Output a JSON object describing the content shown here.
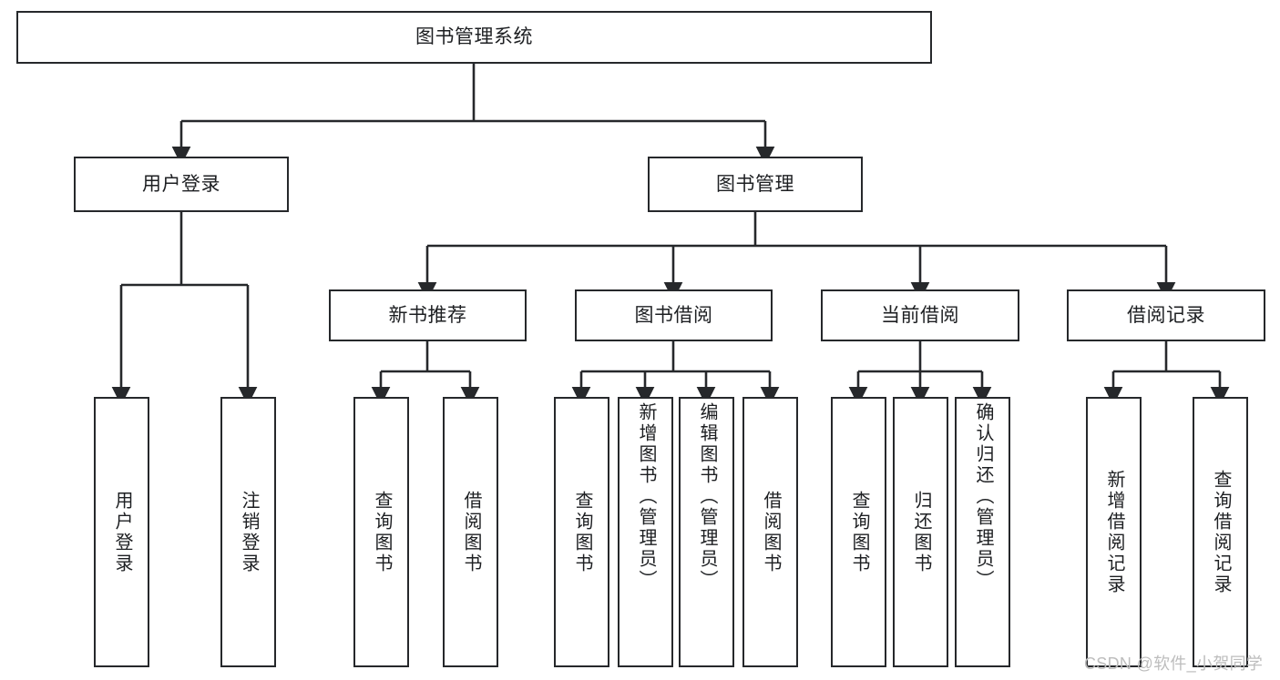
{
  "diagram": {
    "title": "图书管理系统",
    "type": "tree-hierarchy",
    "orientation": "top-down",
    "colors": {
      "stroke": "#26282b",
      "fill": "#ffffff",
      "text": "#1d1f22",
      "watermark": "#bdbdbd",
      "background": "#ffffff"
    },
    "nodes": {
      "root": {
        "label": "图书管理系统"
      },
      "level2": [
        {
          "label": "用户登录"
        },
        {
          "label": "图书管理"
        }
      ],
      "level3": [
        {
          "label": "新书推荐"
        },
        {
          "label": "图书借阅"
        },
        {
          "label": "当前借阅"
        },
        {
          "label": "借阅记录"
        }
      ],
      "leaves": {
        "user_login": [
          {
            "label": "用户登录"
          },
          {
            "label": "注销登录"
          }
        ],
        "new_book": [
          {
            "label": "查询图书"
          },
          {
            "label": "借阅图书"
          }
        ],
        "book_borrow": [
          {
            "label": "查询图书"
          },
          {
            "label": "新增图书（管理员）"
          },
          {
            "label": "编辑图书（管理员）"
          },
          {
            "label": "借阅图书"
          }
        ],
        "current_borrow": [
          {
            "label": "查询图书"
          },
          {
            "label": "归还图书"
          },
          {
            "label": "确认归还（管理员）"
          }
        ],
        "borrow_record": [
          {
            "label": "新增借阅记录"
          },
          {
            "label": "查询借阅记录"
          }
        ]
      }
    },
    "watermark": "CSDN @软件_小贺同学"
  }
}
